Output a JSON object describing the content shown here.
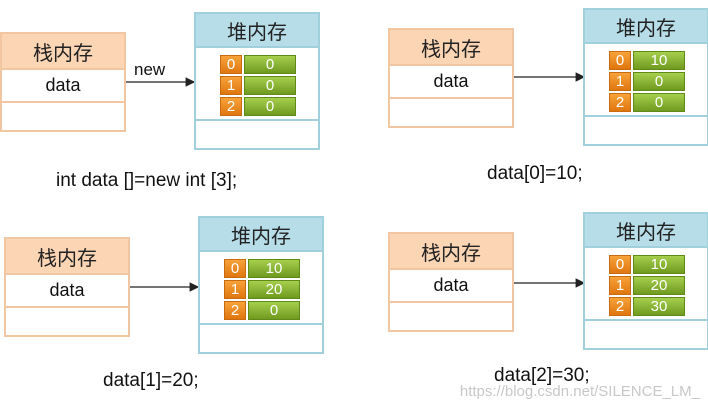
{
  "stack_title": "栈内存",
  "heap_title": "堆内存",
  "var_name": "data",
  "new_label": "new",
  "watermark": "https://blog.csdn.net/SILENCE_LM_",
  "panels": [
    {
      "caption": "int data []=new int [3];",
      "cells": [
        {
          "i": "0",
          "v": "0"
        },
        {
          "i": "1",
          "v": "0"
        },
        {
          "i": "2",
          "v": "0"
        }
      ]
    },
    {
      "caption": "data[0]=10;",
      "cells": [
        {
          "i": "0",
          "v": "10"
        },
        {
          "i": "1",
          "v": "0"
        },
        {
          "i": "2",
          "v": "0"
        }
      ]
    },
    {
      "caption": "data[1]=20;",
      "cells": [
        {
          "i": "0",
          "v": "10"
        },
        {
          "i": "1",
          "v": "20"
        },
        {
          "i": "2",
          "v": "0"
        }
      ]
    },
    {
      "caption": "data[2]=30;",
      "cells": [
        {
          "i": "0",
          "v": "10"
        },
        {
          "i": "1",
          "v": "20"
        },
        {
          "i": "2",
          "v": "30"
        }
      ]
    }
  ]
}
